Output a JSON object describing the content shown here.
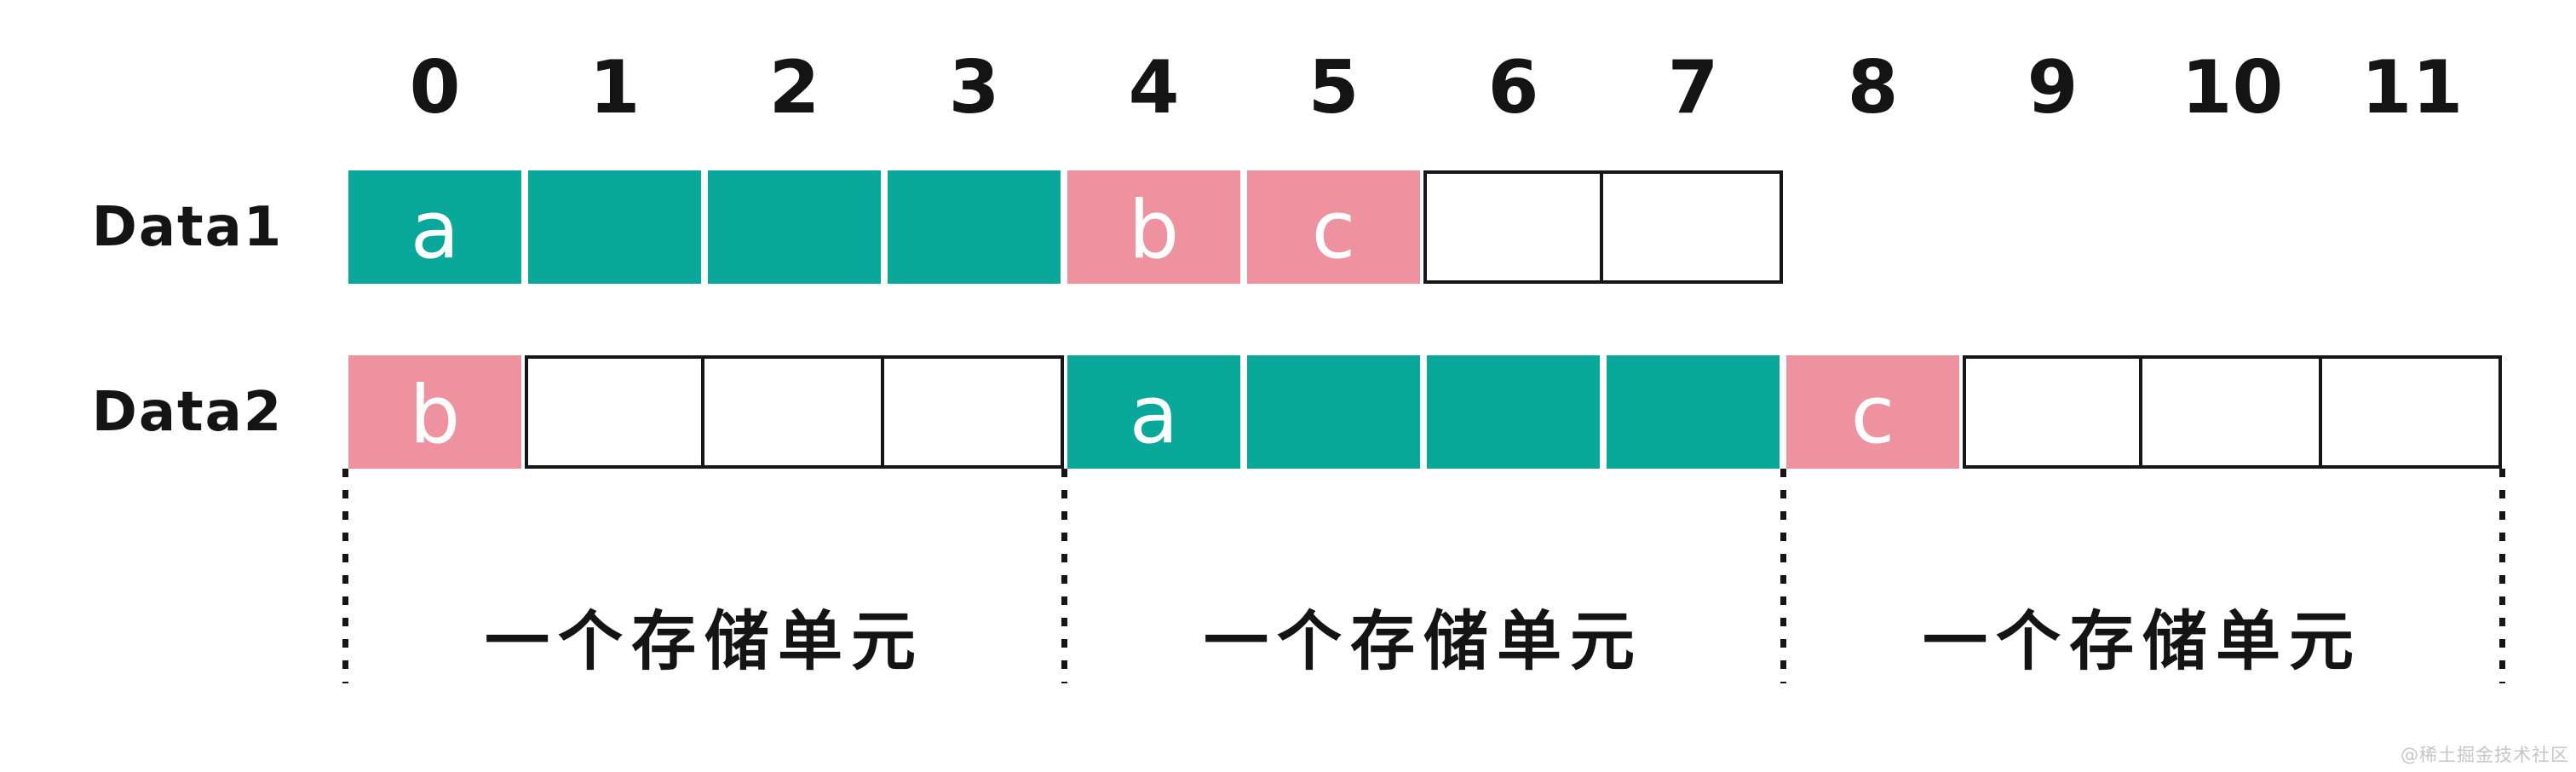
{
  "colors": {
    "teal": "#0AA79B",
    "pink": "#EE92A0",
    "line": "#161616",
    "cell_text": "#FFFFFF",
    "label_text": "#141414",
    "watermark": "#C6C6C6"
  },
  "column_indices": [
    "0",
    "1",
    "2",
    "3",
    "4",
    "5",
    "6",
    "7",
    "8",
    "9",
    "10",
    "11"
  ],
  "rows": [
    {
      "name": "Data1",
      "cells": [
        {
          "type": "teal",
          "label": "a"
        },
        {
          "type": "teal",
          "label": ""
        },
        {
          "type": "teal",
          "label": ""
        },
        {
          "type": "teal",
          "label": ""
        },
        {
          "type": "pink",
          "label": "b"
        },
        {
          "type": "pink",
          "label": "c"
        },
        {
          "type": "empty",
          "label": ""
        },
        {
          "type": "empty",
          "label": ""
        }
      ]
    },
    {
      "name": "Data2",
      "cells": [
        {
          "type": "pink",
          "label": "b"
        },
        {
          "type": "empty",
          "label": ""
        },
        {
          "type": "empty",
          "label": ""
        },
        {
          "type": "empty",
          "label": ""
        },
        {
          "type": "teal",
          "label": "a"
        },
        {
          "type": "teal",
          "label": ""
        },
        {
          "type": "teal",
          "label": ""
        },
        {
          "type": "teal",
          "label": ""
        },
        {
          "type": "pink",
          "label": "c"
        },
        {
          "type": "empty",
          "label": ""
        },
        {
          "type": "empty",
          "label": ""
        },
        {
          "type": "empty",
          "label": ""
        }
      ]
    }
  ],
  "storage_unit_labels": [
    "一个存储单元",
    "一个存储单元",
    "一个存储单元"
  ],
  "watermark": "@稀土掘金技术社区"
}
